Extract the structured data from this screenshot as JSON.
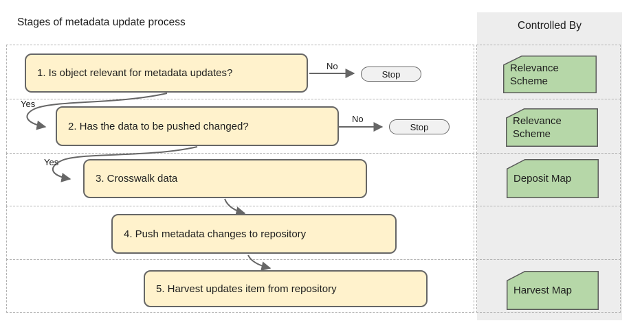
{
  "title": "Stages of metadata update process",
  "panel": {
    "header": "Controlled By"
  },
  "flow": {
    "steps": [
      "1. Is object relevant for metadata updates?",
      "2. Has the data to be pushed changed?",
      "3. Crosswalk data",
      "4. Push metadata changes to repository",
      "5. Harvest updates item from repository"
    ],
    "yes_label": "Yes",
    "no_label": "No",
    "stop_label": "Stop"
  },
  "controllers": [
    {
      "row": 1,
      "label": "Relevance Scheme"
    },
    {
      "row": 2,
      "label": "Relevance Scheme"
    },
    {
      "row": 3,
      "label": "Deposit Map"
    },
    {
      "row": 5,
      "label": "Harvest Map"
    }
  ],
  "colors": {
    "step_fill": "#fff2cc",
    "step_border": "#666666",
    "controller_fill": "#b6d7a8",
    "controller_border": "#595959",
    "stop_fill": "#f1f1f1",
    "stop_border": "#666666",
    "panel_bg": "#ededed",
    "lane_border": "#b3b3b3",
    "connector": "#666666"
  }
}
